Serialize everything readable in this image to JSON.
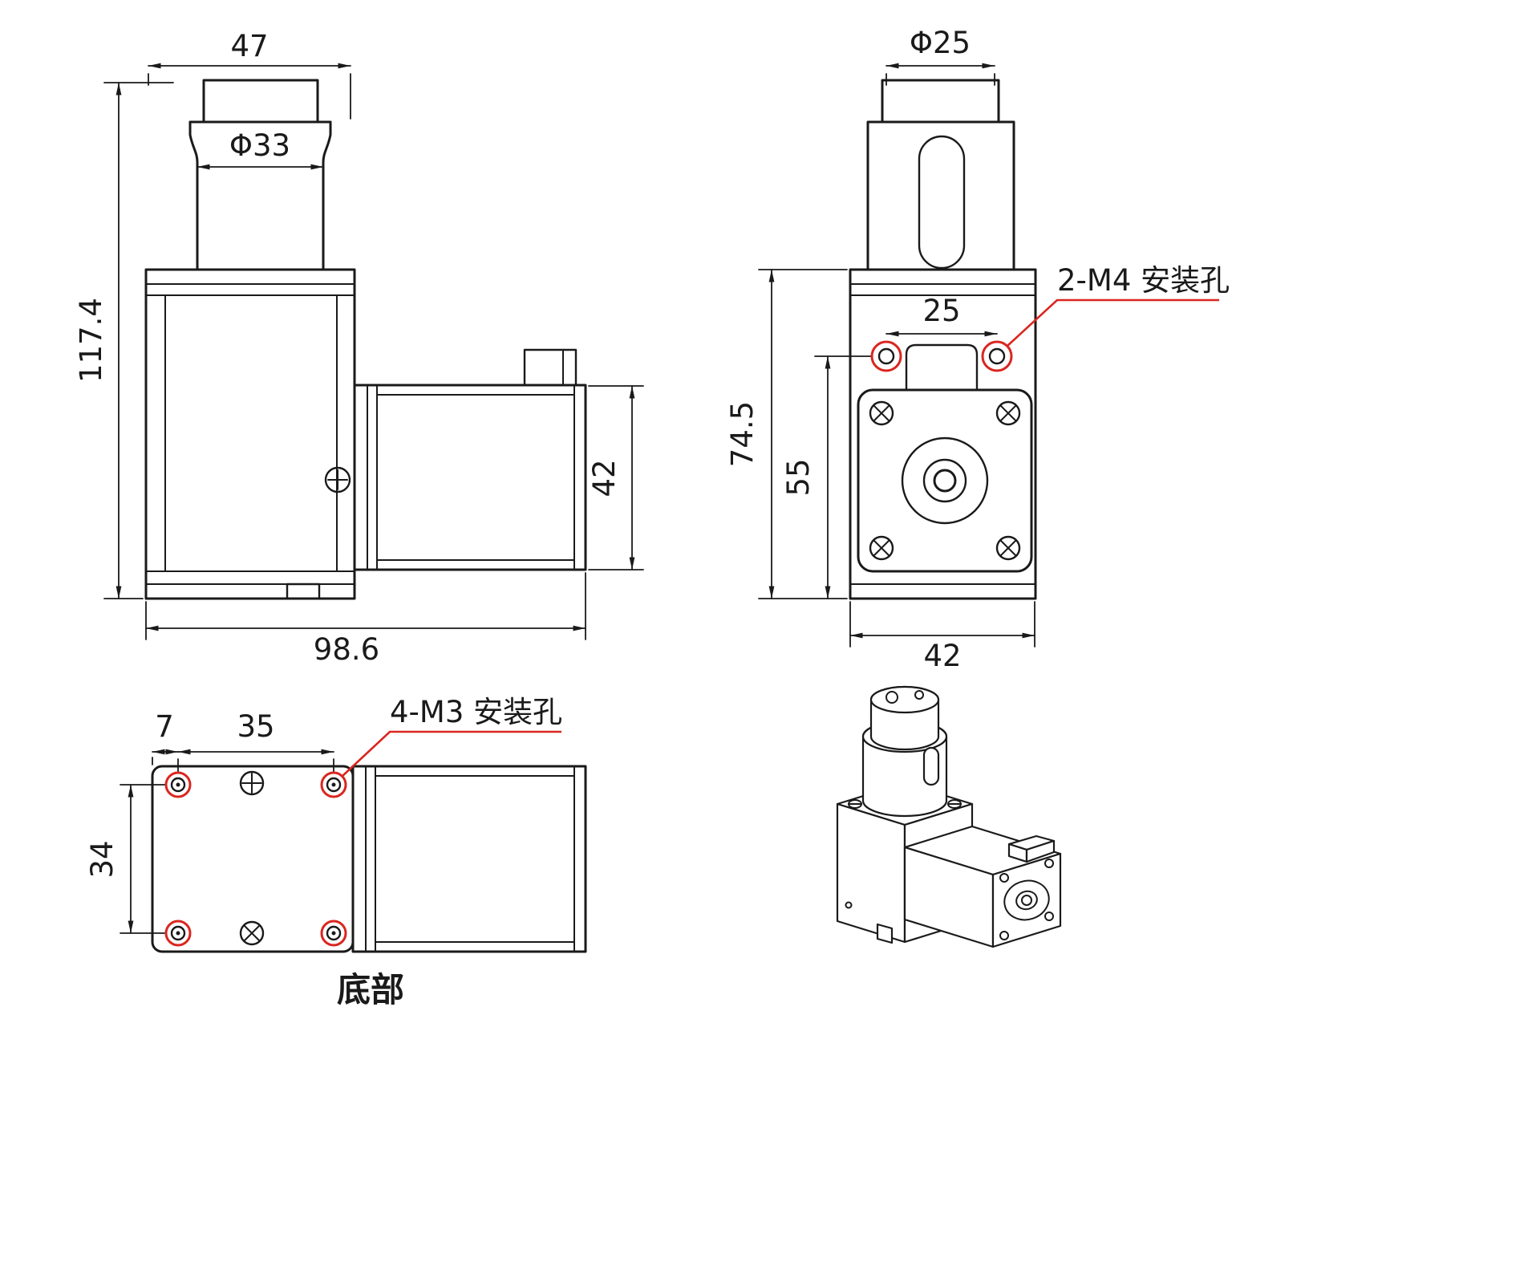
{
  "colors": {
    "line": "#1a1a1a",
    "highlight": "#d9261f",
    "background": "#ffffff"
  },
  "side": {
    "dim_body_width": "47",
    "dim_neck_diameter": "Φ33",
    "dim_overall_height": "117.4",
    "dim_overall_length": "98.6",
    "dim_motor_height": "42"
  },
  "front": {
    "dim_cap_diameter": "Φ25",
    "dim_hole_spacing": "25",
    "dim_body_height": "74.5",
    "dim_hole_to_base": "55",
    "dim_body_width": "42",
    "callout_m4": "2-M4 安装孔"
  },
  "bottom": {
    "dim_edge_to_hole": "7",
    "dim_hole_spacing_h": "35",
    "dim_hole_spacing_v": "34",
    "callout_m3": "4-M3 安装孔",
    "label": "底部"
  }
}
